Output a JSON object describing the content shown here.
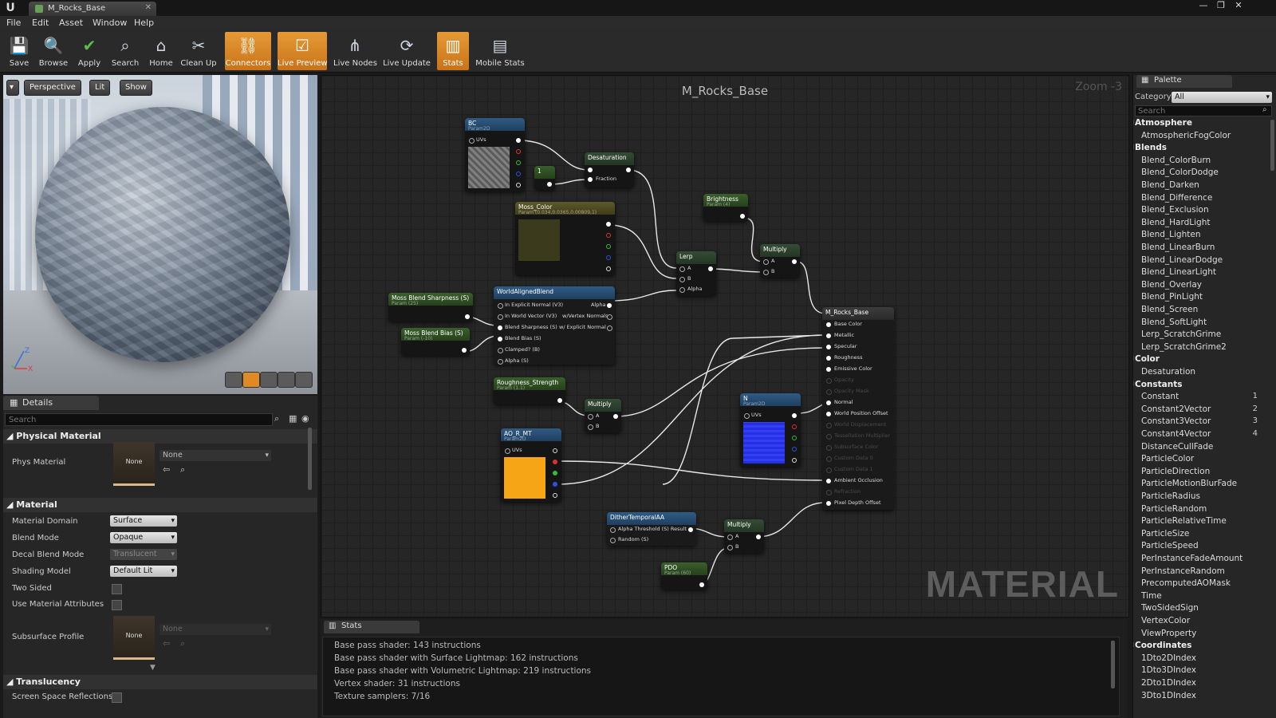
{
  "window": {
    "tab_title": "M_Rocks_Base"
  },
  "menu": [
    "File",
    "Edit",
    "Asset",
    "Window",
    "Help"
  ],
  "toolbar": [
    {
      "label": "Save",
      "icon": "save-icon",
      "active": false
    },
    {
      "label": "Browse",
      "icon": "browse-icon",
      "active": false
    },
    {
      "label": "Apply",
      "icon": "apply-icon",
      "active": false
    },
    {
      "label": "Search",
      "icon": "search-icon",
      "active": false
    },
    {
      "label": "Home",
      "icon": "home-icon",
      "active": false
    },
    {
      "label": "Clean Up",
      "icon": "clean-up-icon",
      "active": false
    },
    {
      "label": "Connectors",
      "icon": "connectors-icon",
      "active": true
    },
    {
      "label": "Live Preview",
      "icon": "live-preview-icon",
      "active": true
    },
    {
      "label": "Live Nodes",
      "icon": "live-nodes-icon",
      "active": false
    },
    {
      "label": "Live Update",
      "icon": "live-update-icon",
      "active": false
    },
    {
      "label": "Stats",
      "icon": "stats-icon",
      "active": true
    },
    {
      "label": "Mobile Stats",
      "icon": "mobile-stats-icon",
      "active": false
    }
  ],
  "viewport": {
    "perspective": "Perspective",
    "lit": "Lit",
    "show": "Show",
    "axis_z": "Z",
    "axis_x": "X"
  },
  "details": {
    "tab": "Details",
    "search_placeholder": "Search",
    "physical_material": {
      "header": "Physical Material",
      "phys_label": "Phys Material",
      "swatch": "None",
      "value": "None"
    },
    "material": {
      "header": "Material",
      "domain_label": "Material Domain",
      "domain_value": "Surface",
      "blend_label": "Blend Mode",
      "blend_value": "Opaque",
      "decal_label": "Decal Blend Mode",
      "decal_value": "Translucent",
      "shading_label": "Shading Model",
      "shading_value": "Default Lit",
      "two_sided": "Two Sided",
      "use_attrs": "Use Material Attributes",
      "subsurface_label": "Subsurface Profile",
      "subsurface_swatch": "None",
      "subsurface_value": "None"
    },
    "translucency": {
      "header": "Translucency",
      "ssr": "Screen Space Reflections"
    }
  },
  "graph": {
    "title": "M_Rocks_Base",
    "zoom": "Zoom -3",
    "watermark": "MATERIAL",
    "nodes": {
      "bc": {
        "title": "BC",
        "sub": "Param2D",
        "uvs": "UVs"
      },
      "const1": {
        "title": "1"
      },
      "desat": {
        "title": "Desaturation",
        "fraction": "Fraction"
      },
      "moss": {
        "title": "Moss_Color",
        "sub": "Param (0.034,0.0365,0.00809,1)"
      },
      "brightness": {
        "title": "Brightness",
        "sub": "Param (4)"
      },
      "lerp": {
        "title": "Lerp",
        "a": "A",
        "b": "B",
        "alpha": "Alpha"
      },
      "multiply1": {
        "title": "Multiply",
        "a": "A",
        "b": "B"
      },
      "sharp": {
        "title": "Moss Blend Sharpness (S)",
        "sub": "Param (25)"
      },
      "bias": {
        "title": "Moss Blend Bias (S)",
        "sub": "Param (-10)"
      },
      "wab": {
        "title": "WorldAlignedBlend",
        "pins": [
          "In Explicit Normal (V3)",
          "In World Vector (V3)",
          "Blend Sharpness (S)",
          "Blend Bias (S)",
          "Clamped? (B)",
          "Alpha (S)"
        ],
        "outs": [
          "Alpha",
          "w/Vertex Normals",
          "w/ Explicit Normal"
        ]
      },
      "rough": {
        "title": "Roughness_Strength",
        "sub": "Param (1.1)"
      },
      "multiply2": {
        "title": "Multiply",
        "a": "A",
        "b": "B"
      },
      "aorm": {
        "title": "AO_R_MT",
        "sub": "Param2D",
        "uvs": "UVs"
      },
      "normal": {
        "title": "N",
        "sub": "Param2D",
        "uvs": "UVs"
      },
      "dither": {
        "title": "DitherTemporalAA",
        "pins": [
          "Alpha Threshold (S) Result",
          "Random (S)"
        ]
      },
      "multiply3": {
        "title": "Multiply",
        "a": "A",
        "b": "B"
      },
      "pdo": {
        "title": "PDO",
        "sub": "Param (60)"
      },
      "result": {
        "title": "M_Rocks_Base",
        "pins": [
          "Base Color",
          "Metallic",
          "Specular",
          "Roughness",
          "Emissive Color",
          "Opacity",
          "Opacity Mask",
          "Normal",
          "World Position Offset",
          "World Displacement",
          "Tessellation Multiplier",
          "Subsurface Color",
          "Custom Data 0",
          "Custom Data 1",
          "Ambient Occlusion",
          "Refraction",
          "Pixel Depth Offset"
        ],
        "active": [
          0,
          1,
          2,
          3,
          4,
          7,
          8,
          14,
          16
        ]
      }
    }
  },
  "palette": {
    "tab": "Palette",
    "category_label": "Category:",
    "category_value": "All",
    "search_placeholder": "Search",
    "entries": [
      {
        "cat": "Atmosphere"
      },
      {
        "item": "AtmosphericFogColor"
      },
      {
        "cat": "Blends"
      },
      {
        "item": "Blend_ColorBurn"
      },
      {
        "item": "Blend_ColorDodge"
      },
      {
        "item": "Blend_Darken"
      },
      {
        "item": "Blend_Difference"
      },
      {
        "item": "Blend_Exclusion"
      },
      {
        "item": "Blend_HardLight"
      },
      {
        "item": "Blend_Lighten"
      },
      {
        "item": "Blend_LinearBurn"
      },
      {
        "item": "Blend_LinearDodge"
      },
      {
        "item": "Blend_LinearLight"
      },
      {
        "item": "Blend_Overlay"
      },
      {
        "item": "Blend_PinLight"
      },
      {
        "item": "Blend_Screen"
      },
      {
        "item": "Blend_SoftLight"
      },
      {
        "item": "Lerp_ScratchGrime"
      },
      {
        "item": "Lerp_ScratchGrime2"
      },
      {
        "cat": "Color"
      },
      {
        "item": "Desaturation"
      },
      {
        "cat": "Constants"
      },
      {
        "item": "Constant",
        "hk": "1"
      },
      {
        "item": "Constant2Vector",
        "hk": "2"
      },
      {
        "item": "Constant3Vector",
        "hk": "3"
      },
      {
        "item": "Constant4Vector",
        "hk": "4"
      },
      {
        "item": "DistanceCullFade"
      },
      {
        "item": "ParticleColor"
      },
      {
        "item": "ParticleDirection"
      },
      {
        "item": "ParticleMotionBlurFade"
      },
      {
        "item": "ParticleRadius"
      },
      {
        "item": "ParticleRandom"
      },
      {
        "item": "ParticleRelativeTime"
      },
      {
        "item": "ParticleSize"
      },
      {
        "item": "ParticleSpeed"
      },
      {
        "item": "PerInstanceFadeAmount"
      },
      {
        "item": "PerInstanceRandom"
      },
      {
        "item": "PrecomputedAOMask"
      },
      {
        "item": "Time"
      },
      {
        "item": "TwoSidedSign"
      },
      {
        "item": "VertexColor"
      },
      {
        "item": "ViewProperty"
      },
      {
        "cat": "Coordinates"
      },
      {
        "item": "1Dto2DIndex"
      },
      {
        "item": "1Dto3DIndex"
      },
      {
        "item": "2Dto1DIndex"
      },
      {
        "item": "3Dto1DIndex"
      }
    ]
  },
  "stats": {
    "tab": "Stats",
    "lines": [
      "Base pass shader: 143 instructions",
      "Base pass shader with Surface Lightmap: 162 instructions",
      "Base pass shader with Volumetric Lightmap: 219 instructions",
      "Vertex shader: 31 instructions",
      "Texture samplers: 7/16"
    ]
  },
  "colors": {
    "accent_orange": "#e08a25",
    "node_blue": "#2f5b84",
    "texture_orange": "#f5a516",
    "normal_blue": "#2430e8",
    "moss_color": "#3b3a1c"
  }
}
